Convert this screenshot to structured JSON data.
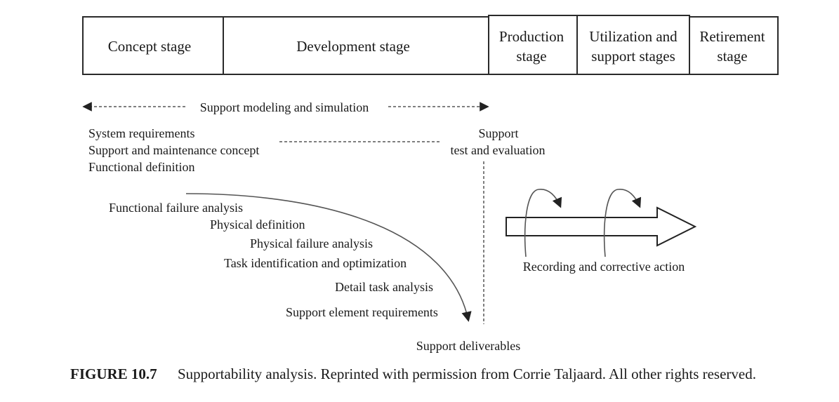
{
  "stages": [
    {
      "lines": [
        "Concept stage"
      ]
    },
    {
      "lines": [
        "Development stage"
      ]
    },
    {
      "lines": [
        "Production",
        "stage"
      ]
    },
    {
      "lines": [
        "Utilization and",
        "support stages"
      ]
    },
    {
      "lines": [
        "Retirement",
        "stage"
      ]
    }
  ],
  "modeling": {
    "label": "Support modeling and simulation"
  },
  "requirements": {
    "items": [
      "System requirements",
      "Support and maintenance concept",
      "Functional definition"
    ]
  },
  "test_eval": {
    "line1": "Support",
    "line2": "test and evaluation"
  },
  "analysis_steps": [
    "Functional failure analysis",
    "Physical definition",
    "Physical failure analysis",
    "Task identification and optimization",
    "Detail task analysis",
    "Support element requirements"
  ],
  "deliverables": {
    "label": "Support deliverables"
  },
  "corrective": {
    "label": "Recording and corrective action"
  },
  "caption": {
    "figure_number": "FIGURE 10.7",
    "text": "Supportability analysis. Reprinted with permission from Corrie Taljaard. All other rights reserved."
  }
}
